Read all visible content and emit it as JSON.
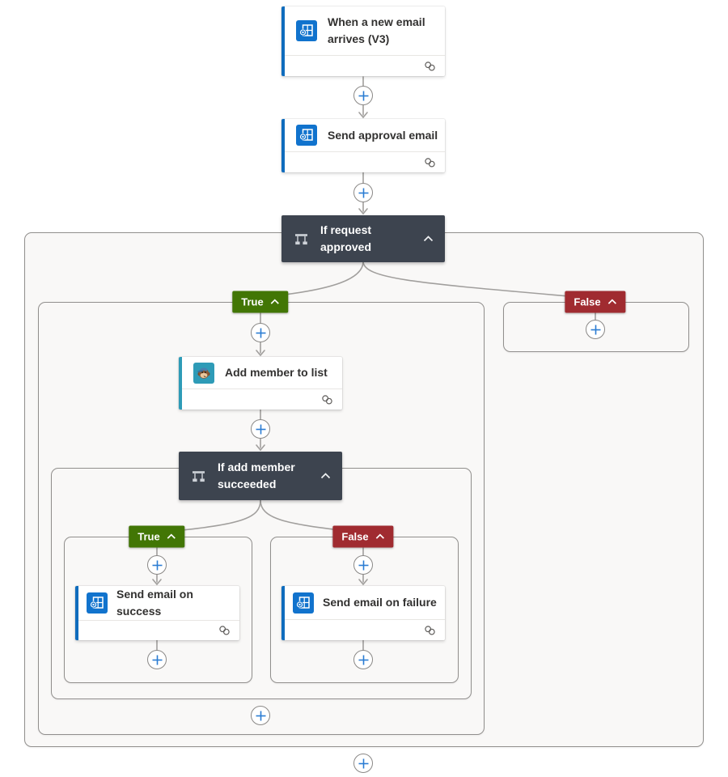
{
  "colors": {
    "card_accent_blue": "#0f6cbd",
    "card_accent_teal": "#2e9bb7",
    "outlook_icon_bg": "#1173cd",
    "mailchimp_icon_bg": "#2e9bb7",
    "condition_bg": "#3d444f",
    "true_badge_bg": "#427605",
    "false_badge_bg": "#a02b30",
    "plus_icon_blue": "#2b7cd3",
    "connector_gray": "#a19f9d",
    "scope_border": "#918f8d",
    "scope_bg": "#f9f8f7"
  },
  "trigger_card": {
    "title": "When a new email arrives (V3)",
    "icon": "outlook-icon"
  },
  "actions": {
    "send_approval": {
      "title": "Send approval email",
      "icon": "outlook-approval-icon"
    },
    "add_member": {
      "title": "Add member to list",
      "icon": "mailchimp-icon"
    },
    "send_success": {
      "title": "Send email on success",
      "icon": "outlook-icon"
    },
    "send_failure": {
      "title": "Send email on failure",
      "icon": "outlook-icon"
    }
  },
  "conditions": {
    "outer": {
      "title": "If request approved"
    },
    "inner": {
      "title": "If add member succeeded"
    }
  },
  "branch_labels": {
    "true_label": "True",
    "false_label": "False"
  }
}
